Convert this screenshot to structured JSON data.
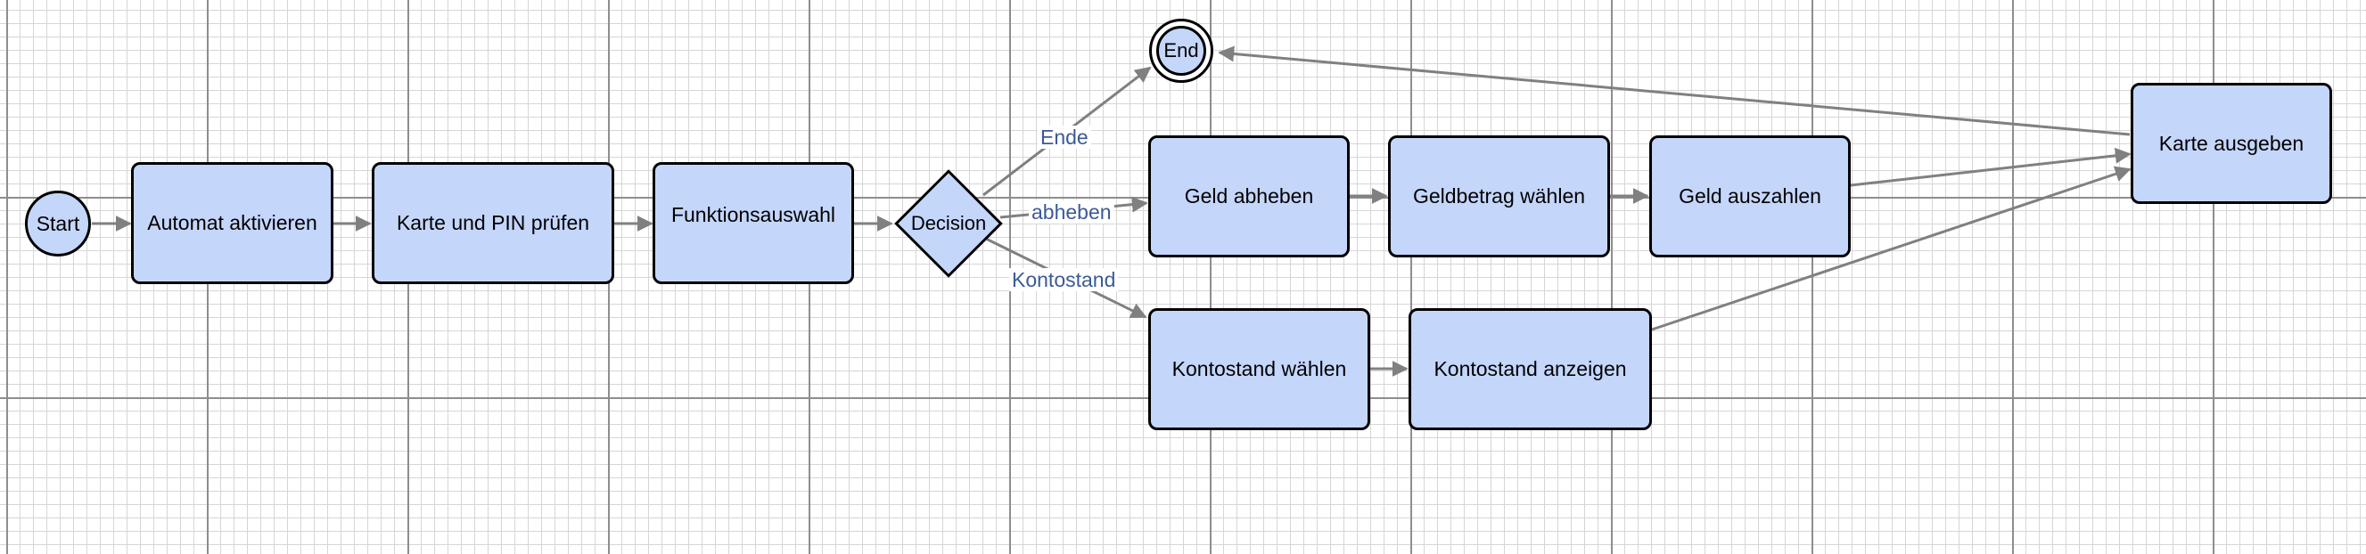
{
  "nodes": {
    "start": "Start",
    "automat": "Automat aktivieren",
    "karte_pin": "Karte und PIN prüfen",
    "funktion": "Funktionsauswahl",
    "decision": "Decision",
    "end": "End",
    "geld_abheben": "Geld abheben",
    "geldbetrag": "Geldbetrag wählen",
    "geld_auszahlen": "Geld auszahlen",
    "karte_ausgeben": "Karte ausgeben",
    "kontostand_waehlen": "Kontostand wählen",
    "kontostand_anzeigen": "Kontostand anzeigen"
  },
  "edge_labels": {
    "ende": "Ende",
    "abheben": "abheben",
    "kontostand": "Kontostand"
  },
  "colors": {
    "node_fill": "#c5d6fb",
    "node_border": "#000000",
    "edge": "#808080",
    "edge_label": "#3c5a99"
  }
}
